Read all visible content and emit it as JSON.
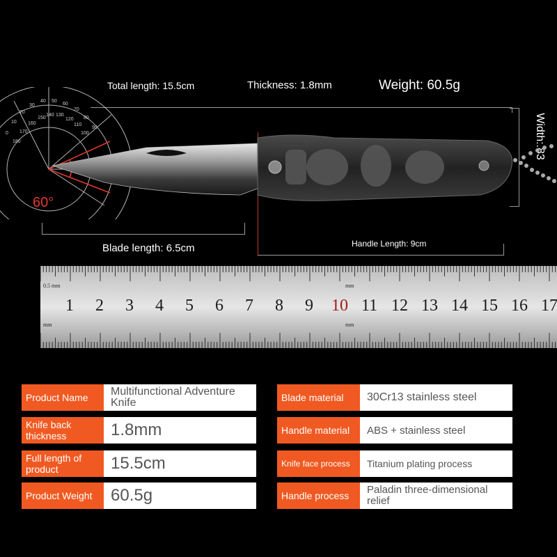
{
  "dimensions": {
    "total_length": "Total length: 15.5cm",
    "thickness": "Thickness: 1.8mm",
    "weight": "Weight: 60.5g",
    "width": "Width:.83",
    "blade_length": "Blade length: 6.5cm",
    "handle_length": "Handle Length: 9cm",
    "angle": "60°"
  },
  "protractor": {
    "outer_labels": [
      "0",
      "10",
      "20",
      "30",
      "40",
      "50",
      "60",
      "70",
      "80",
      "90"
    ],
    "inner_labels": [
      "180",
      "170",
      "160",
      "150",
      "140",
      "130",
      "120",
      "110",
      "100"
    ]
  },
  "ruler": {
    "unit_left": "0.5 mm",
    "unit_mm": "mm",
    "numbers": [
      "1",
      "2",
      "3",
      "4",
      "5",
      "6",
      "7",
      "8",
      "9",
      "10",
      "11",
      "12",
      "13",
      "14",
      "15",
      "16",
      "17"
    ],
    "highlight": "10"
  },
  "specs": {
    "left": [
      {
        "key": "Product Name",
        "value": "Multifunctional Adventure Knife"
      },
      {
        "key": "Knife back thickness",
        "value": "1.8mm"
      },
      {
        "key": "Full length of product",
        "value": "15.5cm"
      },
      {
        "key": "Product Weight",
        "value": "60.5g"
      }
    ],
    "right": [
      {
        "key": "Blade material",
        "value": "30Cr13 stainless steel"
      },
      {
        "key": "Handle material",
        "value": "ABS + stainless steel"
      },
      {
        "key": "Knife face process",
        "value": "Titanium plating process"
      },
      {
        "key": "Handle process",
        "value": "Paladin three-dimensional relief"
      }
    ]
  },
  "colors": {
    "accent": "#f05a22",
    "angle_red": "#e0392b",
    "ruler_red": "#a11b1b"
  }
}
